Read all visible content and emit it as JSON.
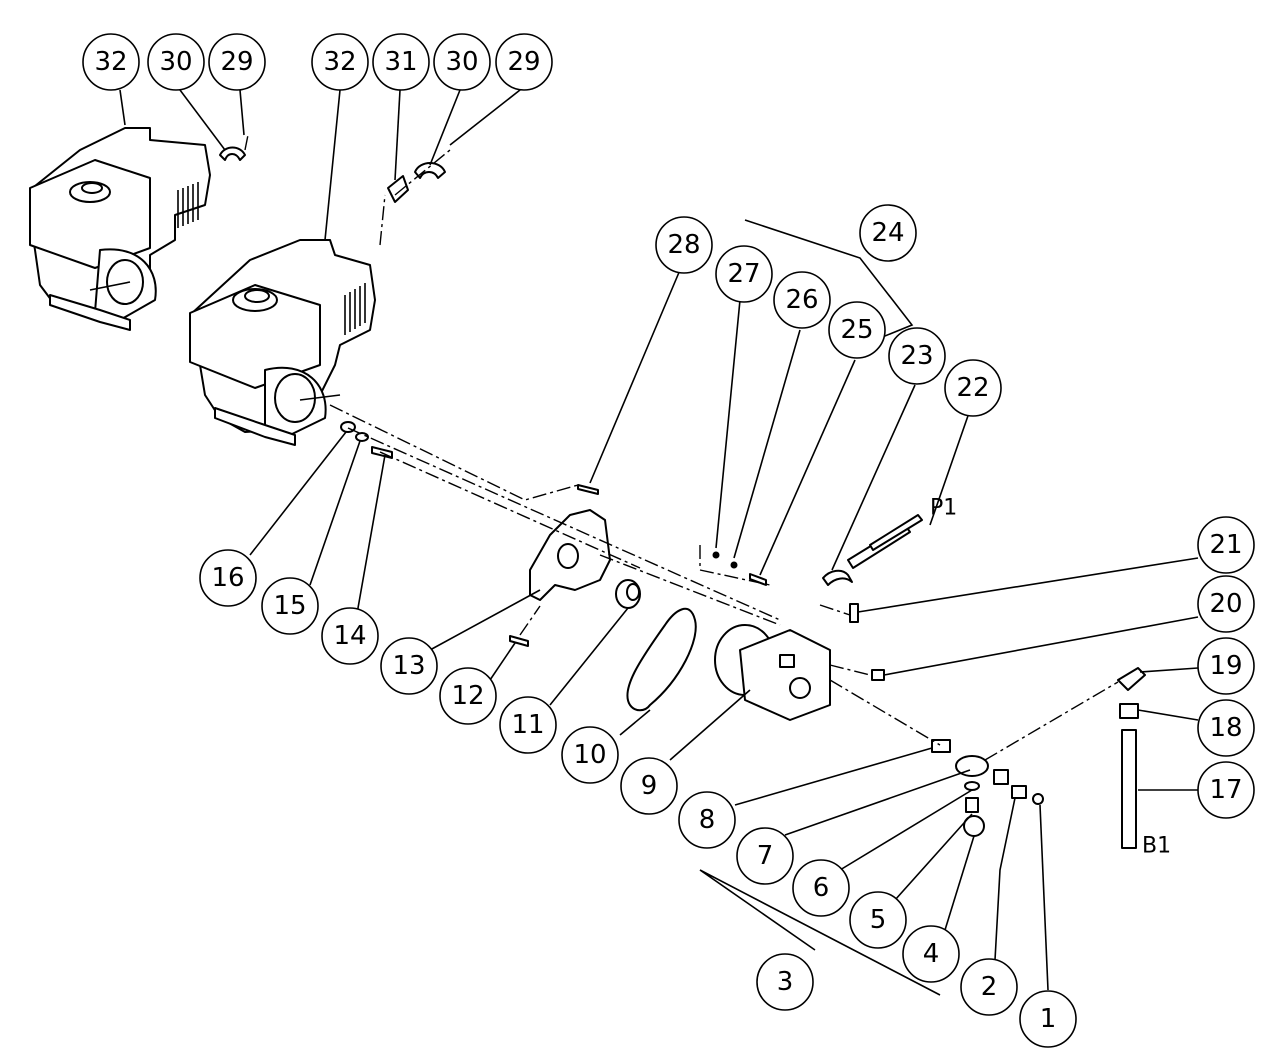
{
  "balloons": [
    {
      "id": "b32a",
      "label": "32"
    },
    {
      "id": "b30a",
      "label": "30"
    },
    {
      "id": "b29a",
      "label": "29"
    },
    {
      "id": "b32b",
      "label": "32"
    },
    {
      "id": "b31",
      "label": "31"
    },
    {
      "id": "b30b",
      "label": "30"
    },
    {
      "id": "b29b",
      "label": "29"
    },
    {
      "id": "b28",
      "label": "28"
    },
    {
      "id": "b24",
      "label": "24"
    },
    {
      "id": "b27",
      "label": "27"
    },
    {
      "id": "b26",
      "label": "26"
    },
    {
      "id": "b25",
      "label": "25"
    },
    {
      "id": "b23",
      "label": "23"
    },
    {
      "id": "b22",
      "label": "22"
    },
    {
      "id": "b21",
      "label": "21"
    },
    {
      "id": "b20",
      "label": "20"
    },
    {
      "id": "b19",
      "label": "19"
    },
    {
      "id": "b18",
      "label": "18"
    },
    {
      "id": "b17",
      "label": "17"
    },
    {
      "id": "b16",
      "label": "16"
    },
    {
      "id": "b15",
      "label": "15"
    },
    {
      "id": "b14",
      "label": "14"
    },
    {
      "id": "b13",
      "label": "13"
    },
    {
      "id": "b12",
      "label": "12"
    },
    {
      "id": "b11",
      "label": "11"
    },
    {
      "id": "b10",
      "label": "10"
    },
    {
      "id": "b9",
      "label": "9"
    },
    {
      "id": "b8",
      "label": "8"
    },
    {
      "id": "b7",
      "label": "7"
    },
    {
      "id": "b6",
      "label": "6"
    },
    {
      "id": "b5",
      "label": "5"
    },
    {
      "id": "b4",
      "label": "4"
    },
    {
      "id": "b3",
      "label": "3"
    },
    {
      "id": "b2",
      "label": "2"
    },
    {
      "id": "b1",
      "label": "1"
    }
  ],
  "tags": {
    "p1": "P1",
    "b1": "B1"
  }
}
